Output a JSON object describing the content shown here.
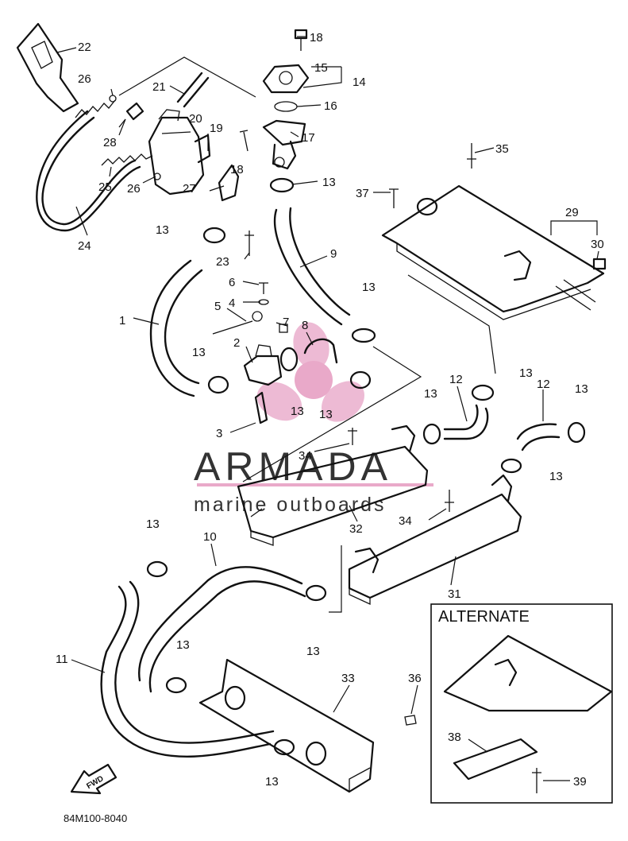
{
  "watermark": {
    "brand": "ARMADA",
    "tagline": "marine outboards",
    "accent_color": "#e9a9c9"
  },
  "alternate_title": "ALTERNATE",
  "drawing_code": "84M100-8040",
  "fwd_label": "FWD",
  "callouts": [
    "1",
    "2",
    "3",
    "4",
    "5",
    "6",
    "7",
    "8",
    "9",
    "10",
    "11",
    "12",
    "13",
    "14",
    "15",
    "16",
    "17",
    "18",
    "19",
    "20",
    "21",
    "22",
    "23",
    "24",
    "25",
    "26",
    "27",
    "28",
    "29",
    "30",
    "31",
    "32",
    "33",
    "34",
    "35",
    "36",
    "37",
    "38",
    "39"
  ]
}
